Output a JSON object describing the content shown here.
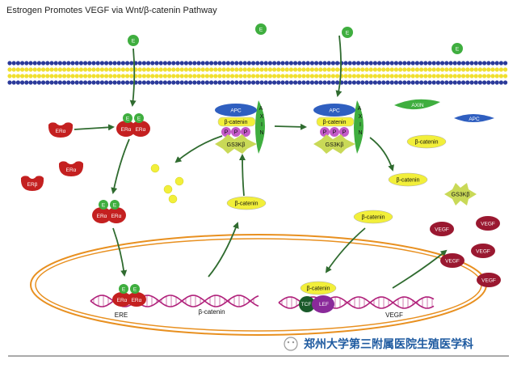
{
  "title": "Estrogen Promotes VEGF via Wnt/β-catenin Pathway",
  "labels": {
    "e": "E",
    "er_alpha": "ERα",
    "er_beta": "ERβ",
    "apc": "APC",
    "axin": "AXIN",
    "beta_catenin": "β-catenin",
    "p": "P",
    "gsk3b": "GS3Kβ",
    "tcf": "TCF",
    "lef": "LEF",
    "ere": "ERE",
    "vegf": "VEGF"
  },
  "watermark": "郑州大学第三附属医院生殖医学科",
  "colors": {
    "membrane_blue": "#2b3a9a",
    "membrane_yellow": "#f0e030",
    "arrow_green": "#2f6b2f",
    "receptor_red": "#c42020",
    "ligand_green": "#3fae3f",
    "apc_blue": "#2f5fc0",
    "catenin_yellow": "#f2ef3a",
    "p_magenta": "#c35ac8",
    "vegf_dark_red": "#9a1830",
    "nucleus_orange": "#e89020",
    "dna_magenta": "#b0207a"
  }
}
